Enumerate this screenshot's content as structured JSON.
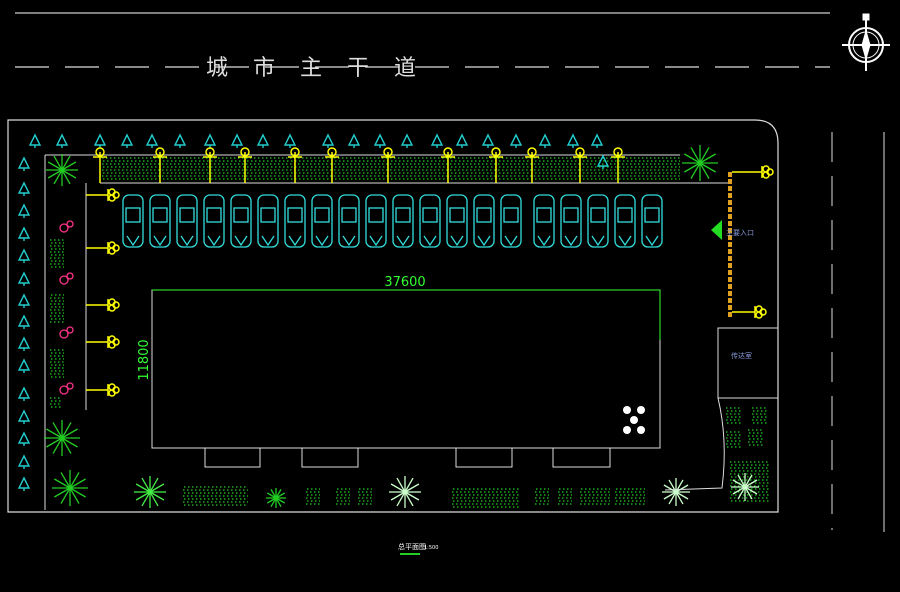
{
  "road": {
    "name_chars": [
      "城",
      "市",
      "主",
      "干",
      "道"
    ]
  },
  "building": {
    "width_dim": "37600",
    "height_dim": "11800"
  },
  "labels": {
    "entrance": "主要入口",
    "guard_room": "传达室"
  },
  "title_block": {
    "title": "总平面图",
    "scale": "1:500"
  },
  "parking": {
    "car_count": 20
  },
  "icons": {
    "compass": "north-arrow-compass-icon",
    "tree": "conifer-tree-icon",
    "lamp": "street-lamp-icon",
    "car": "car-icon",
    "palm": "palm-tree-icon",
    "flower": "flower-shrub-icon",
    "arrow": "entrance-arrow-icon"
  },
  "colors": {
    "lines": "#ffffff",
    "hedge": "#22cc22",
    "tree": "#22cccc",
    "lamp": "#ffff00",
    "car": "#33dddd",
    "flower": "#ff3388",
    "fence": "#e0a020",
    "text_label": "#8899dd",
    "dim": "#33ff33"
  }
}
